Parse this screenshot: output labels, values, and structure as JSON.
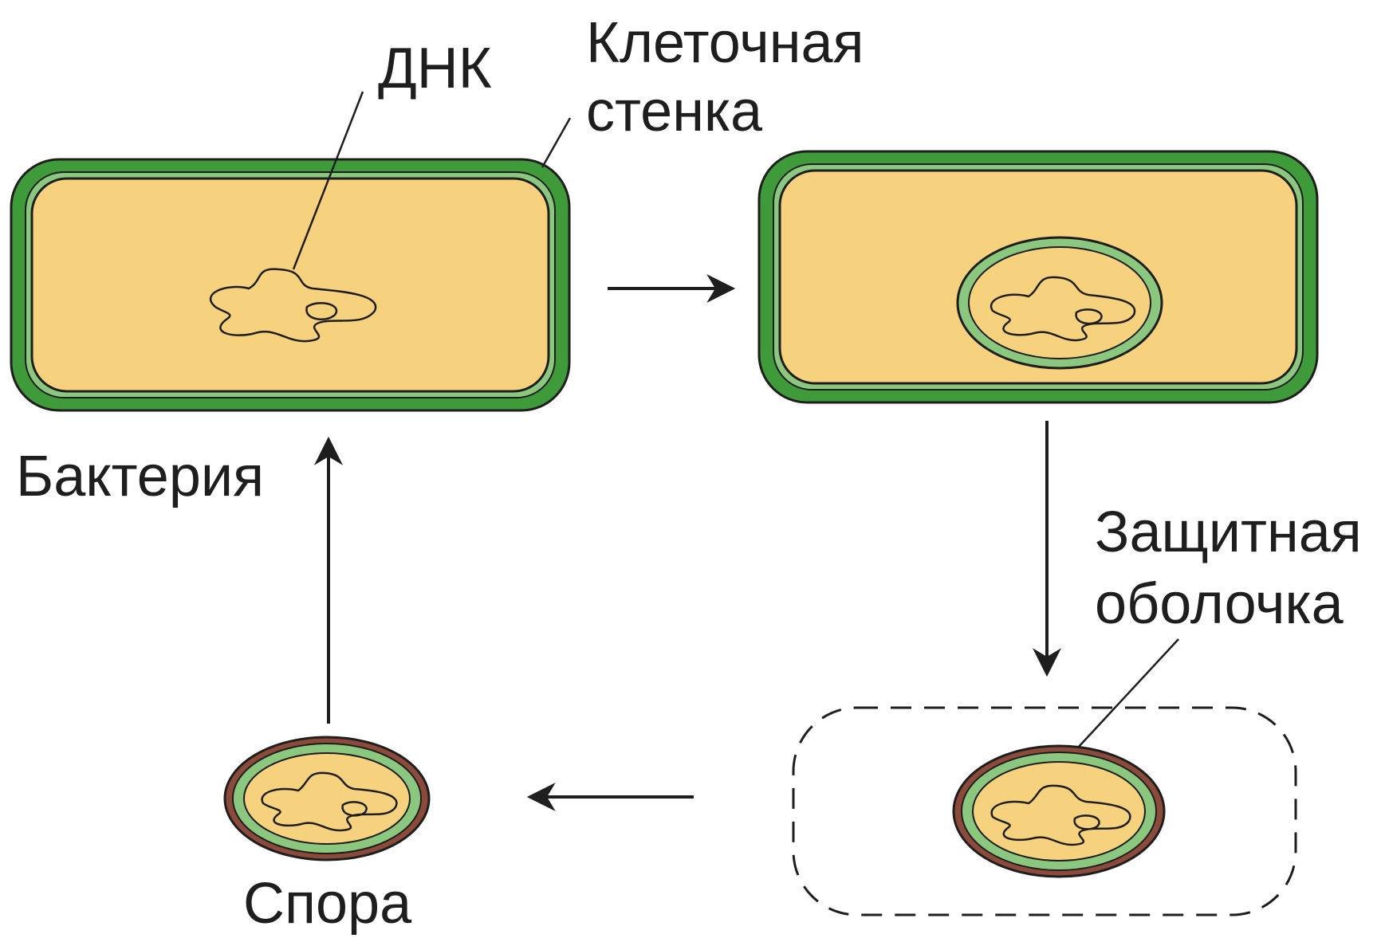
{
  "labels": {
    "dna": "ДНК",
    "cell_wall_line1": "Клеточная",
    "cell_wall_line2": "стенка",
    "bacterium": "Бактерия",
    "protective_shell_line1": "Защитная",
    "protective_shell_line2": "оболочка",
    "spore": "Спора"
  },
  "colors": {
    "cell_wall_green": "#3f9a3a",
    "cell_wall_light": "#8cc77f",
    "cytoplasm": "#f7d27e",
    "spore_coat_brown": "#8c4a3a",
    "outline": "#1e1e1e",
    "background": "#ffffff"
  }
}
